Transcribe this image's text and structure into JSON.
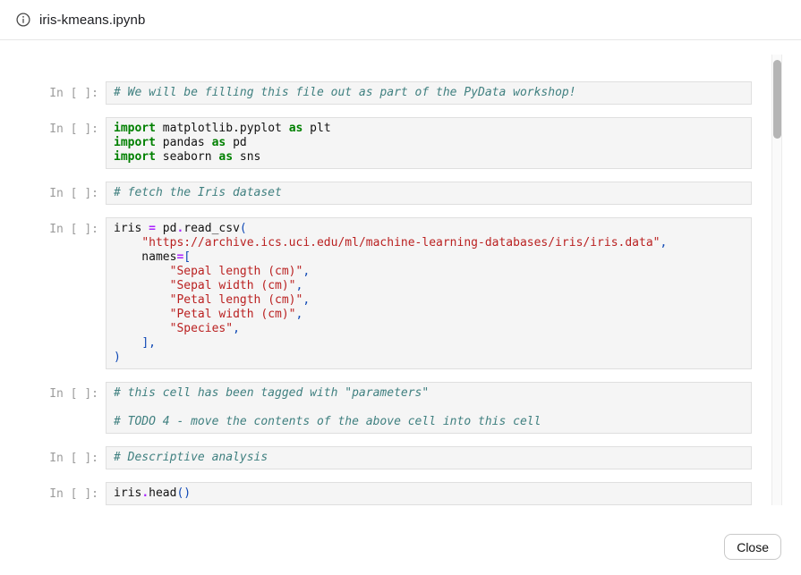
{
  "header": {
    "title": "iris-kmeans.ipynb",
    "icon": "info-icon"
  },
  "footer": {
    "close_label": "Close"
  },
  "colors": {
    "keyword": "#008000",
    "comment": "#408080",
    "string": "#ba2121",
    "operator": "#aa22ff",
    "punctuation": "#0d47b5",
    "cell_background": "#f5f5f5",
    "cell_border": "#dfdfdf",
    "prompt_text": "#9c9c9c"
  },
  "notebook": {
    "prompt": "In [ ]:",
    "cells": [
      {
        "lines": [
          [
            [
              "c",
              "# We will be filling this file out as part of the PyData workshop!"
            ]
          ]
        ]
      },
      {
        "lines": [
          [
            [
              "k",
              "import"
            ],
            [
              "t",
              " matplotlib.pyplot "
            ],
            [
              "k",
              "as"
            ],
            [
              "t",
              " plt"
            ]
          ],
          [
            [
              "k",
              "import"
            ],
            [
              "t",
              " pandas "
            ],
            [
              "k",
              "as"
            ],
            [
              "t",
              " pd"
            ]
          ],
          [
            [
              "k",
              "import"
            ],
            [
              "t",
              " seaborn "
            ],
            [
              "k",
              "as"
            ],
            [
              "t",
              " sns"
            ]
          ]
        ]
      },
      {
        "lines": [
          [
            [
              "c",
              "# fetch the Iris dataset"
            ]
          ]
        ]
      },
      {
        "lines": [
          [
            [
              "t",
              "iris "
            ],
            [
              "o",
              "="
            ],
            [
              "t",
              " pd"
            ],
            [
              "o",
              "."
            ],
            [
              "t",
              "read_csv"
            ],
            [
              "p",
              "("
            ]
          ],
          [
            [
              "t",
              "    "
            ],
            [
              "s",
              "\"https://archive.ics.uci.edu/ml/machine-learning-databases/iris/iris.data\""
            ],
            [
              "p",
              ","
            ]
          ],
          [
            [
              "t",
              "    names"
            ],
            [
              "o",
              "="
            ],
            [
              "p",
              "["
            ]
          ],
          [
            [
              "t",
              "        "
            ],
            [
              "s",
              "\"Sepal length (cm)\""
            ],
            [
              "p",
              ","
            ]
          ],
          [
            [
              "t",
              "        "
            ],
            [
              "s",
              "\"Sepal width (cm)\""
            ],
            [
              "p",
              ","
            ]
          ],
          [
            [
              "t",
              "        "
            ],
            [
              "s",
              "\"Petal length (cm)\""
            ],
            [
              "p",
              ","
            ]
          ],
          [
            [
              "t",
              "        "
            ],
            [
              "s",
              "\"Petal width (cm)\""
            ],
            [
              "p",
              ","
            ]
          ],
          [
            [
              "t",
              "        "
            ],
            [
              "s",
              "\"Species\""
            ],
            [
              "p",
              ","
            ]
          ],
          [
            [
              "t",
              "    "
            ],
            [
              "p",
              "],"
            ]
          ],
          [
            [
              "p",
              ")"
            ]
          ]
        ]
      },
      {
        "lines": [
          [
            [
              "c",
              "# this cell has been tagged with \"parameters\""
            ]
          ],
          [],
          [
            [
              "c",
              "# TODO 4 - move the contents of the above cell into this cell"
            ]
          ]
        ]
      },
      {
        "lines": [
          [
            [
              "c",
              "# Descriptive analysis"
            ]
          ]
        ]
      },
      {
        "lines": [
          [
            [
              "t",
              "iris"
            ],
            [
              "o",
              "."
            ],
            [
              "t",
              "head"
            ],
            [
              "p",
              "()"
            ]
          ]
        ]
      }
    ]
  }
}
